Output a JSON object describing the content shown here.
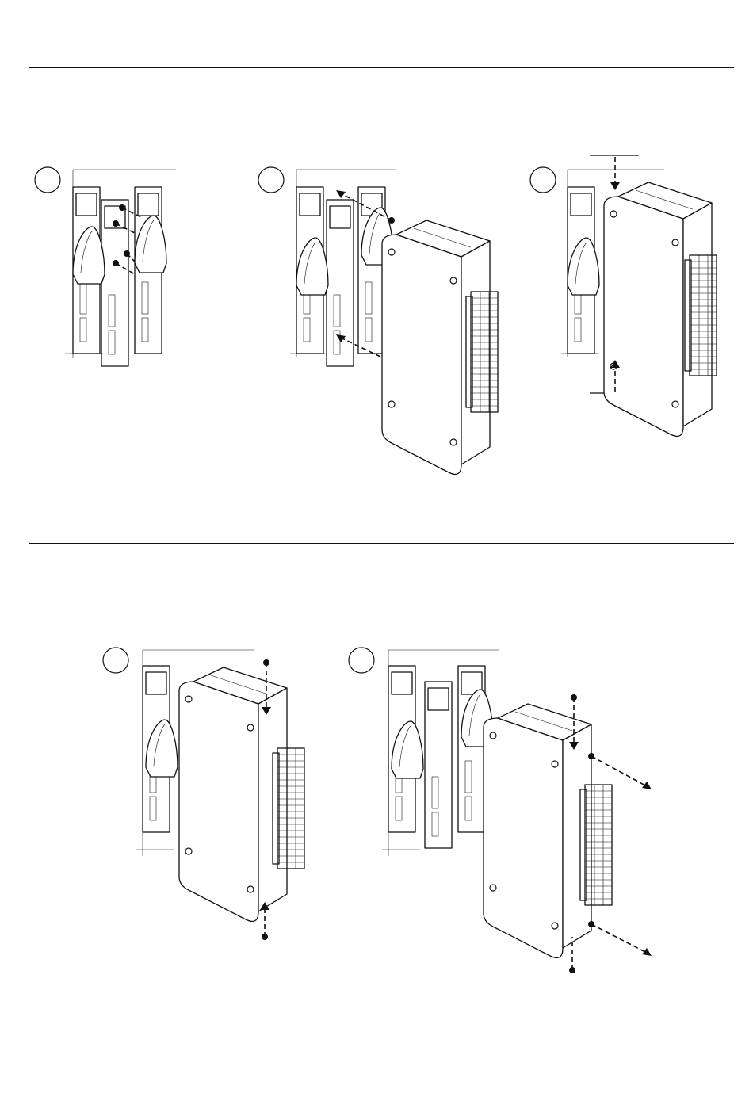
{
  "figure": {
    "sections": [
      {
        "id": "installation",
        "steps": [
          {
            "id": "step-1"
          },
          {
            "id": "step-2"
          },
          {
            "id": "step-3"
          }
        ]
      },
      {
        "id": "removal",
        "steps": [
          {
            "id": "step-4"
          },
          {
            "id": "step-5"
          }
        ]
      }
    ],
    "colors": {
      "line": "#111111",
      "background": "#ffffff"
    }
  }
}
